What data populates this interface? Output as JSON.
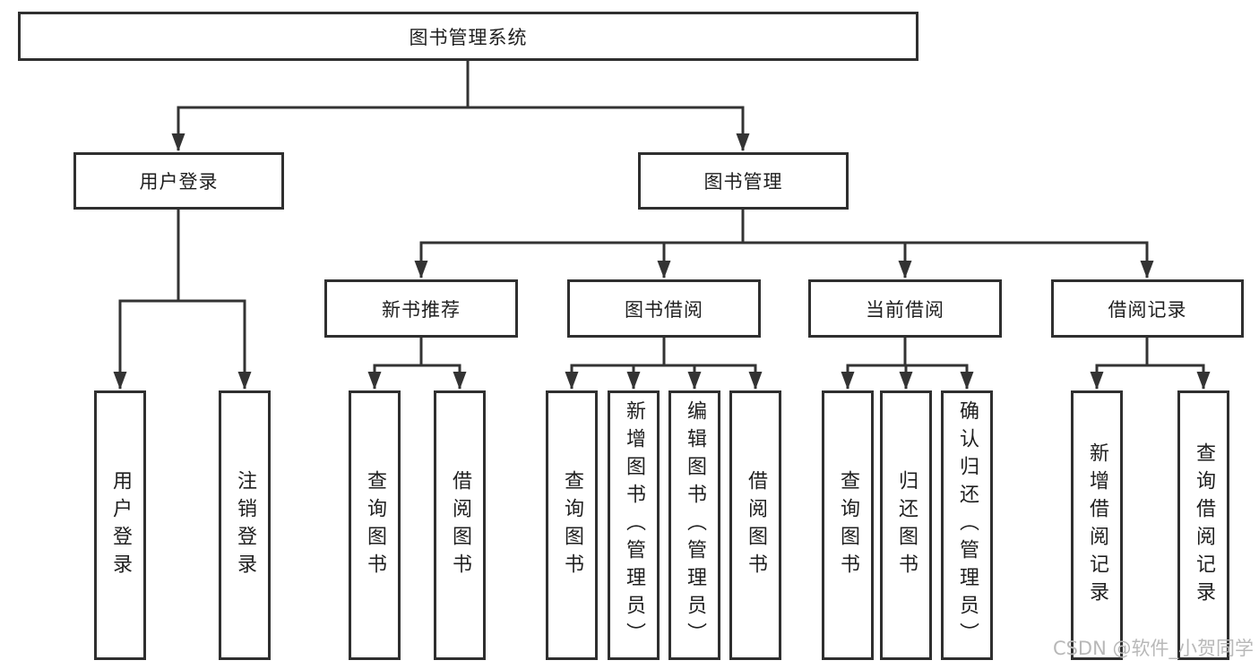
{
  "colors": {
    "line": "#333333",
    "box_border": "#2f2f2f",
    "text": "#1f1f1f",
    "watermark": "#b8b8b8",
    "background": "#ffffff"
  },
  "watermark": "CSDN @软件_小贺同学",
  "root": {
    "label": "图书管理系统"
  },
  "branches": [
    {
      "label": "用户登录",
      "children": [
        {
          "label": "用户登录"
        },
        {
          "label": "注销登录"
        }
      ]
    },
    {
      "label": "图书管理",
      "groups": [
        {
          "label": "新书推荐",
          "children": [
            {
              "label": "查询图书"
            },
            {
              "label": "借阅图书"
            }
          ]
        },
        {
          "label": "图书借阅",
          "children": [
            {
              "label": "查询图书"
            },
            {
              "label": "新增图书（管理员）"
            },
            {
              "label": "编辑图书（管理员）"
            },
            {
              "label": "借阅图书"
            }
          ]
        },
        {
          "label": "当前借阅",
          "children": [
            {
              "label": "查询图书"
            },
            {
              "label": "归还图书"
            },
            {
              "label": "确认归还（管理员）"
            }
          ]
        },
        {
          "label": "借阅记录",
          "children": [
            {
              "label": "新增借阅记录"
            },
            {
              "label": "查询借阅记录"
            }
          ]
        }
      ]
    }
  ]
}
